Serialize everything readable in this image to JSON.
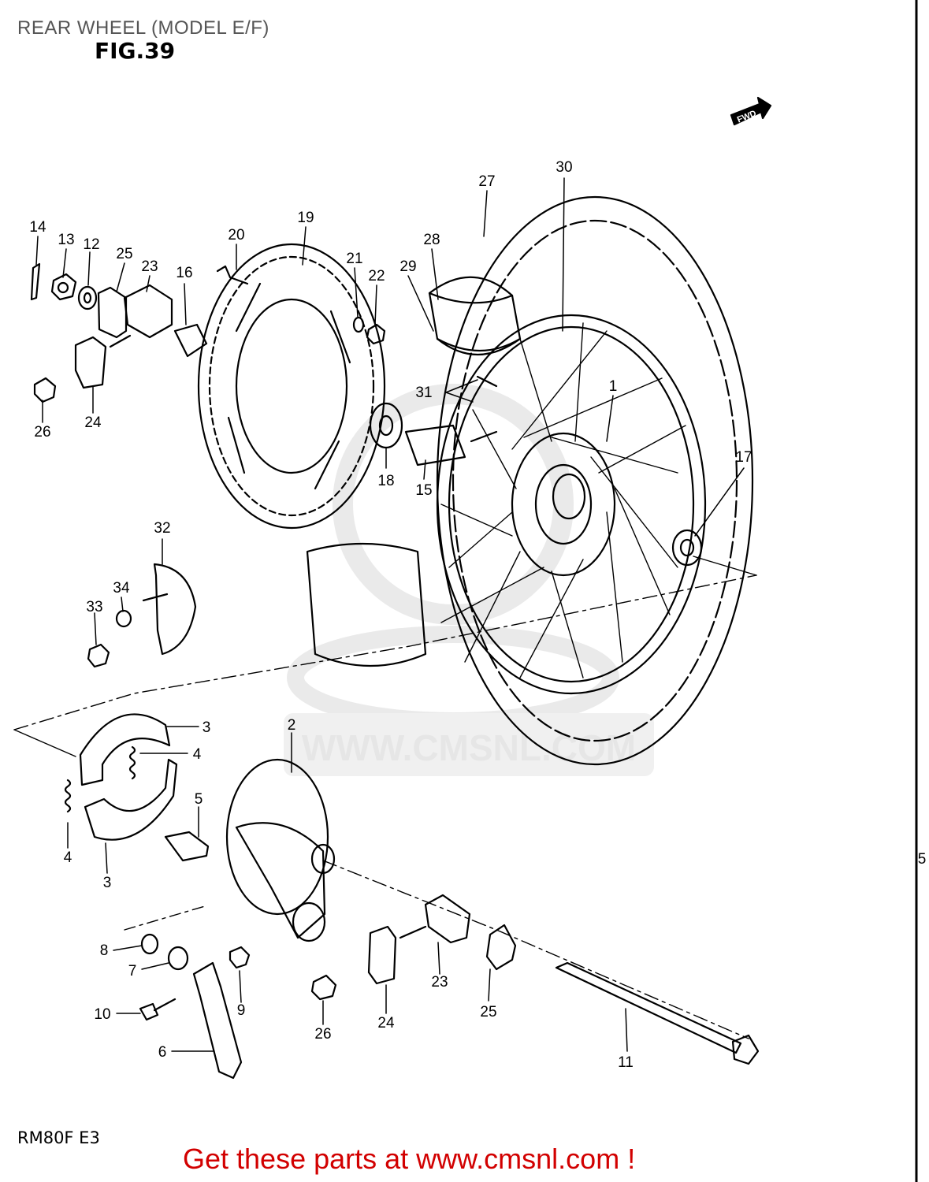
{
  "page_title": "REAR WHEEL (MODEL E/F)",
  "figure_label": "FIG.39",
  "forward_marker": "FWD",
  "model_code": "RM80F E3",
  "watermark": "WWW.CMSNL.COM",
  "promo_text": "Get these parts at www.cmsnl.com !",
  "part_callouts": [
    {
      "id": "c14",
      "text": "14"
    },
    {
      "id": "c13",
      "text": "13"
    },
    {
      "id": "c12",
      "text": "12"
    },
    {
      "id": "c25a",
      "text": "25"
    },
    {
      "id": "c23a",
      "text": "23"
    },
    {
      "id": "c16",
      "text": "16"
    },
    {
      "id": "c20",
      "text": "20"
    },
    {
      "id": "c19",
      "text": "19"
    },
    {
      "id": "c21",
      "text": "21"
    },
    {
      "id": "c22",
      "text": "22"
    },
    {
      "id": "c26a",
      "text": "26"
    },
    {
      "id": "c24a",
      "text": "24"
    },
    {
      "id": "c27",
      "text": "27"
    },
    {
      "id": "c30",
      "text": "30"
    },
    {
      "id": "c28",
      "text": "28"
    },
    {
      "id": "c29",
      "text": "29"
    },
    {
      "id": "c31",
      "text": "31"
    },
    {
      "id": "c1",
      "text": "1"
    },
    {
      "id": "c18",
      "text": "18"
    },
    {
      "id": "c15",
      "text": "15"
    },
    {
      "id": "c17",
      "text": "17"
    },
    {
      "id": "c32",
      "text": "32"
    },
    {
      "id": "c34",
      "text": "34"
    },
    {
      "id": "c33",
      "text": "33"
    },
    {
      "id": "c3a",
      "text": "3"
    },
    {
      "id": "c4a",
      "text": "4"
    },
    {
      "id": "c2",
      "text": "2"
    },
    {
      "id": "c5",
      "text": "5"
    },
    {
      "id": "c4b",
      "text": "4"
    },
    {
      "id": "c3b",
      "text": "3"
    },
    {
      "id": "c8",
      "text": "8"
    },
    {
      "id": "c7",
      "text": "7"
    },
    {
      "id": "c9",
      "text": "9"
    },
    {
      "id": "c10",
      "text": "10"
    },
    {
      "id": "c6",
      "text": "6"
    },
    {
      "id": "c23b",
      "text": "23"
    },
    {
      "id": "c24b",
      "text": "24"
    },
    {
      "id": "c26b",
      "text": "26"
    },
    {
      "id": "c25b",
      "text": "25"
    },
    {
      "id": "c11",
      "text": "11"
    },
    {
      "id": "c5edge",
      "text": "5"
    }
  ]
}
